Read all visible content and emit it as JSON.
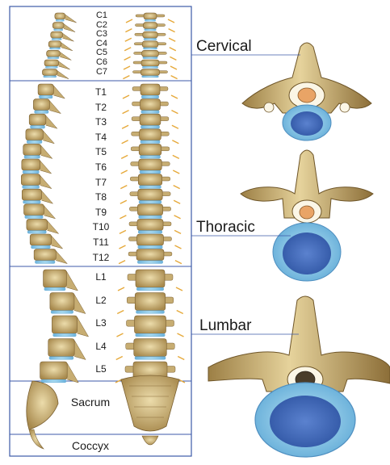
{
  "vertebra_labels": {
    "cervical": [
      "C1",
      "C2",
      "C3",
      "C4",
      "C5",
      "C6",
      "C7"
    ],
    "thoracic": [
      "T1",
      "T2",
      "T3",
      "T4",
      "T5",
      "T6",
      "T7",
      "T8",
      "T9",
      "T10",
      "T11",
      "T12"
    ],
    "lumbar": [
      "L1",
      "L2",
      "L3",
      "L4",
      "L5"
    ]
  },
  "regions": {
    "sacrum": "Sacrum",
    "coccyx": "Coccyx"
  },
  "cross_sections": {
    "cervical": "Cervical",
    "thoracic": "Thoracic",
    "lumbar": "Lumbar"
  },
  "colors": {
    "bone": "#d9c48e",
    "bone_shadow": "#8a6d3a",
    "disc": "#8ccbe8",
    "disc_core": "#3f68b8",
    "nerve": "#e6a93a",
    "frame": "#3d5aa8",
    "cord": "#e9a466"
  }
}
